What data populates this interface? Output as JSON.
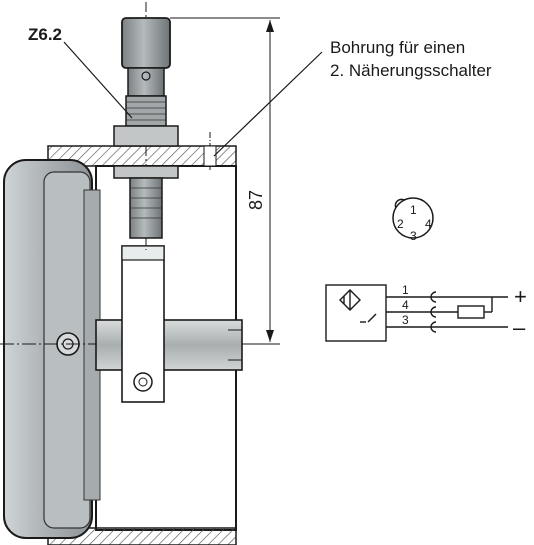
{
  "callouts": {
    "part_id": "Z6.2",
    "bore_line1": "Bohrung für einen",
    "bore_line2": "2. Näherungsschalter"
  },
  "dimension": {
    "height": "87"
  },
  "connector": {
    "pins": [
      "1",
      "2",
      "3",
      "4"
    ]
  },
  "wiring": {
    "wires": [
      "1",
      "4",
      "3"
    ],
    "plus": "+",
    "minus": "–"
  },
  "colors": {
    "line": "#1a1a1a",
    "housing_fill": "#b8bec0",
    "sensor_fill": "#9aa0a2",
    "shaft_fill": "#c4c8c8",
    "hatch": "#555555"
  }
}
